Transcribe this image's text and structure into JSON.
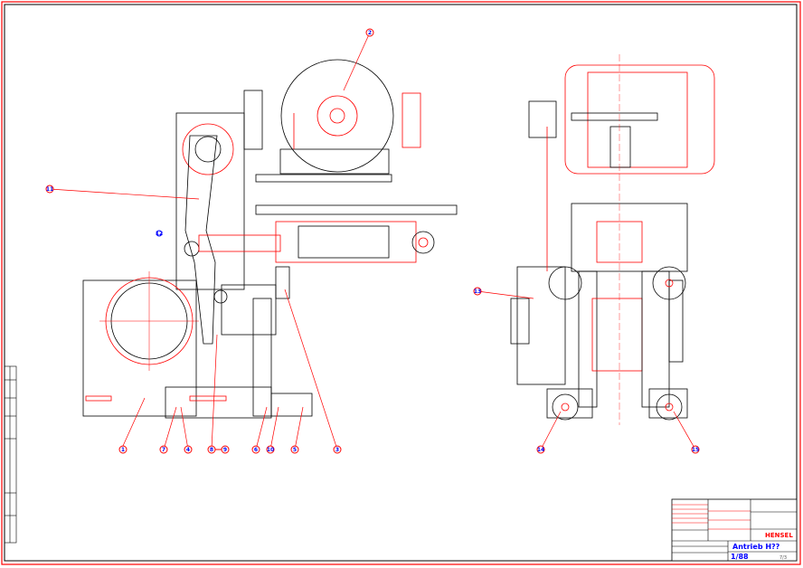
{
  "drawing": {
    "balloons_bottom": [
      "1",
      "7",
      "4",
      "8",
      "9",
      "6",
      "10",
      "5",
      "3"
    ],
    "balloon_top": "2",
    "balloon_left_arm": "11",
    "balloon_left_small": "12",
    "balloon_right_pulley": "13",
    "balloons_right_bottom": [
      "14",
      "15"
    ]
  },
  "title_block": {
    "title": "Antrieb H??",
    "drawing_number": "1/88",
    "logo": "HENSEL",
    "sheet": "7/3"
  },
  "colors": {
    "line": "#000000",
    "accent": "#ff0000",
    "balloon_text": "#0000ff"
  }
}
